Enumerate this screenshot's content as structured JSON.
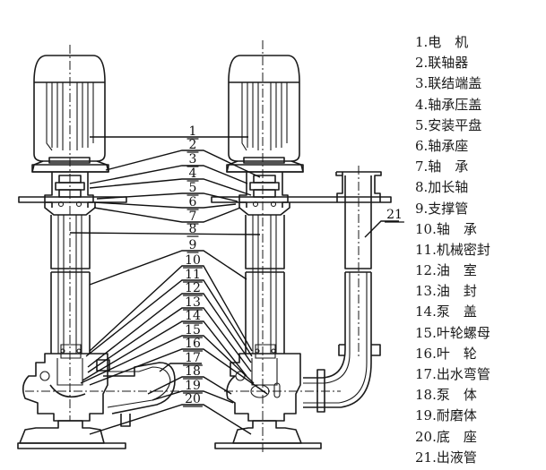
{
  "diagram": {
    "title": "",
    "callouts": [
      "1",
      "2",
      "3",
      "4",
      "5",
      "6",
      "7",
      "8",
      "9",
      "10",
      "11",
      "12",
      "13",
      "14",
      "15",
      "16",
      "17",
      "18",
      "19",
      "20"
    ],
    "outlet_callout": "21"
  },
  "legend": {
    "items": [
      {
        "num": "1",
        "label": "1.电　机"
      },
      {
        "num": "2",
        "label": "2.联轴器"
      },
      {
        "num": "3",
        "label": "3.联结端盖"
      },
      {
        "num": "4",
        "label": "4.轴承压盖"
      },
      {
        "num": "5",
        "label": "5.安装平盘"
      },
      {
        "num": "6",
        "label": "6.轴承座"
      },
      {
        "num": "7",
        "label": "7.轴　承"
      },
      {
        "num": "8",
        "label": "8.加长轴"
      },
      {
        "num": "9",
        "label": "9.支撑管"
      },
      {
        "num": "10",
        "label": "10.轴　承"
      },
      {
        "num": "11",
        "label": "11.机械密封"
      },
      {
        "num": "12",
        "label": "12.油　室"
      },
      {
        "num": "13",
        "label": "13.油　封"
      },
      {
        "num": "14",
        "label": "14.泵　盖"
      },
      {
        "num": "15",
        "label": "15.叶轮螺母"
      },
      {
        "num": "16",
        "label": "16.叶　轮"
      },
      {
        "num": "17",
        "label": "17.出水弯管"
      },
      {
        "num": "18",
        "label": "18.泵　体"
      },
      {
        "num": "19",
        "label": "19.耐磨体"
      },
      {
        "num": "20",
        "label": "20.底　座"
      },
      {
        "num": "21",
        "label": "21.出液管"
      }
    ]
  }
}
